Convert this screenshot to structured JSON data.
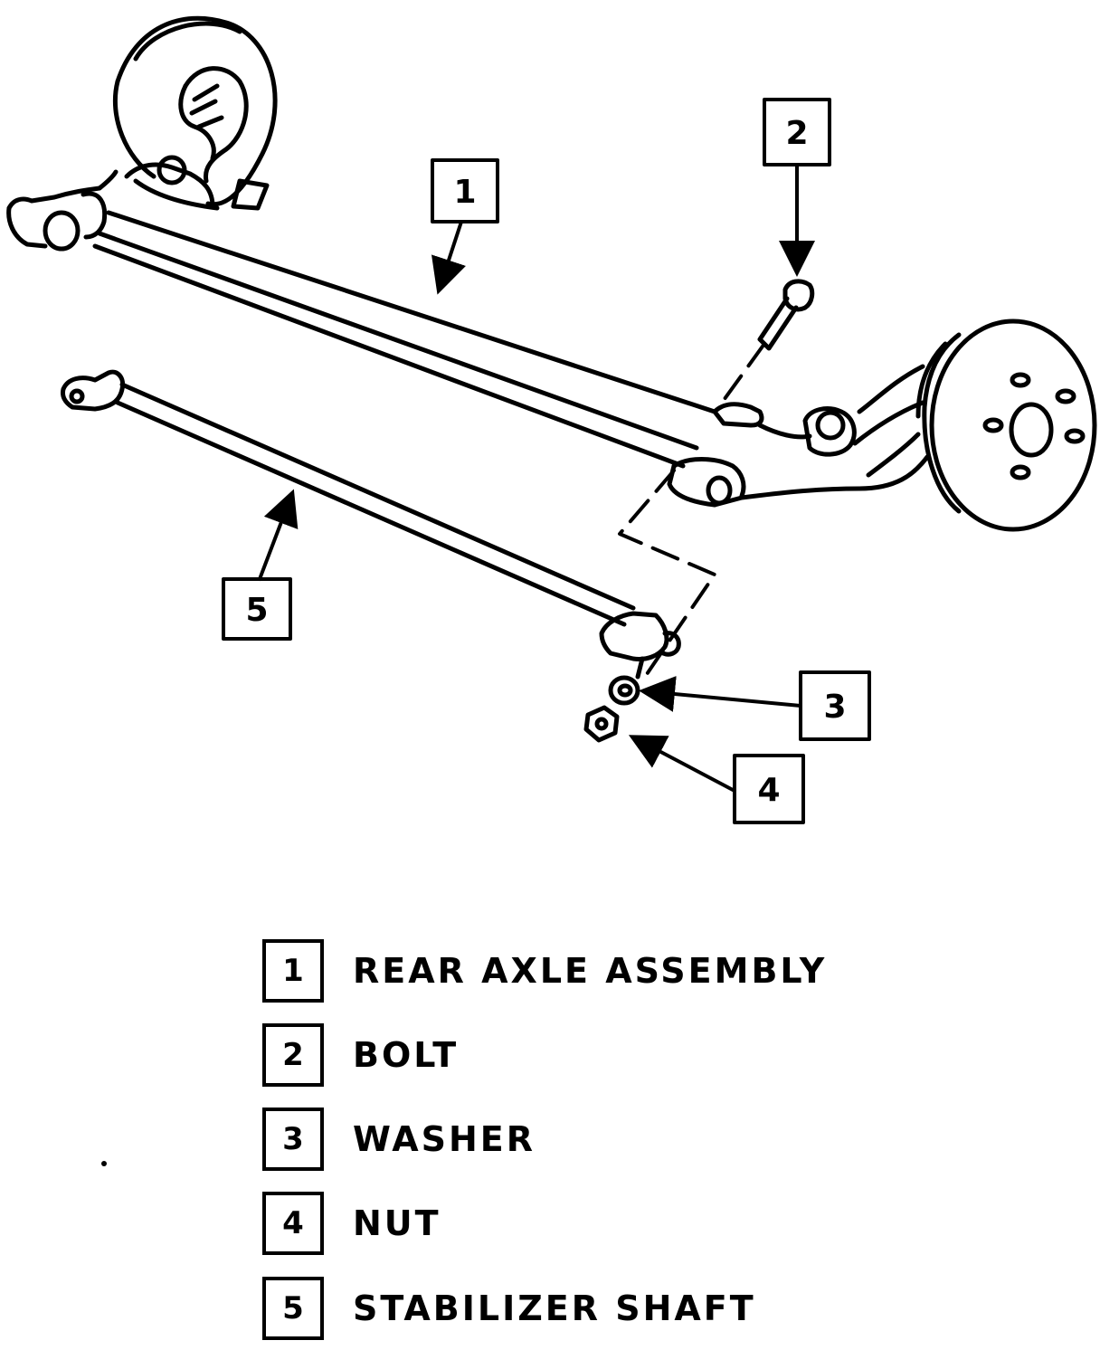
{
  "callouts": [
    {
      "number": "1",
      "part": "REAR AXLE ASSEMBLY"
    },
    {
      "number": "2",
      "part": "BOLT"
    },
    {
      "number": "3",
      "part": "WASHER"
    },
    {
      "number": "4",
      "part": "NUT"
    },
    {
      "number": "5",
      "part": "STABILIZER SHAFT"
    }
  ]
}
